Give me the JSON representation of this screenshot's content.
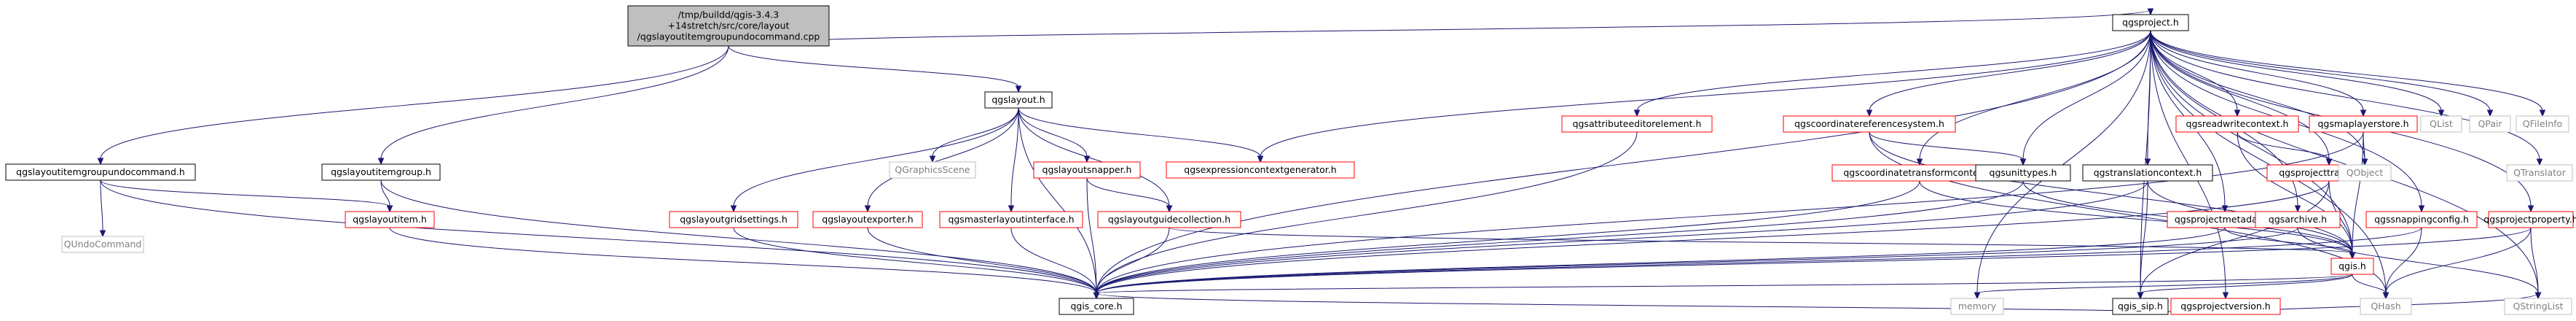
{
  "colors": {
    "node_border": "#000000",
    "node_fill": "#ffffff",
    "root_fill": "#bfbfbf",
    "linked_border": "#ff0000",
    "external_border": "#bfbfbf",
    "text": "#000000",
    "external_text": "#808080",
    "edge": "#191970"
  },
  "nodes": [
    {
      "id": "root",
      "lines": [
        "/tmp/buildd/qgis-3.4.3",
        "+14stretch/src/core/layout",
        "/qgslayoutitemgroupundocommand.cpp"
      ],
      "kind": "root"
    },
    {
      "id": "qgslayoutitemgroupundocommand_h",
      "lines": [
        "qgslayoutitemgroupundocommand.h"
      ],
      "kind": "normal"
    },
    {
      "id": "qgslayoutitemgroup_h",
      "lines": [
        "qgslayoutitemgroup.h"
      ],
      "kind": "normal"
    },
    {
      "id": "qgslayout_h",
      "lines": [
        "qgslayout.h"
      ],
      "kind": "normal"
    },
    {
      "id": "qgsproject_h",
      "lines": [
        "qgsproject.h"
      ],
      "kind": "normal"
    },
    {
      "id": "QUndoCommand",
      "lines": [
        "QUndoCommand"
      ],
      "kind": "external"
    },
    {
      "id": "qgslayoutitem_h",
      "lines": [
        "qgslayoutitem.h"
      ],
      "kind": "linked"
    },
    {
      "id": "QGraphicsScene",
      "lines": [
        "QGraphicsScene"
      ],
      "kind": "external"
    },
    {
      "id": "qgslayoutsnapper_h",
      "lines": [
        "qgslayoutsnapper.h"
      ],
      "kind": "linked"
    },
    {
      "id": "qgsexpressioncontextgenerator_h",
      "lines": [
        "qgsexpressioncontextgenerator.h"
      ],
      "kind": "linked"
    },
    {
      "id": "qgslayoutgridsettings_h",
      "lines": [
        "qgslayoutgridsettings.h"
      ],
      "kind": "linked"
    },
    {
      "id": "qgslayoutexporter_h",
      "lines": [
        "qgslayoutexporter.h"
      ],
      "kind": "linked"
    },
    {
      "id": "qgsmasterlayoutinterface_h",
      "lines": [
        "qgsmasterlayoutinterface.h"
      ],
      "kind": "linked"
    },
    {
      "id": "qgslayoutguidecollection_h",
      "lines": [
        "qgslayoutguidecollection.h"
      ],
      "kind": "linked"
    },
    {
      "id": "qgsattributeeditorelement_h",
      "lines": [
        "qgsattributeeditorelement.h"
      ],
      "kind": "linked"
    },
    {
      "id": "qgscoordinatetransformcontext_h",
      "lines": [
        "qgscoordinatetransformcontext.h"
      ],
      "kind": "linked"
    },
    {
      "id": "qgscoordinatereferencesystem_h",
      "lines": [
        "qgscoordinatereferencesystem.h"
      ],
      "kind": "linked"
    },
    {
      "id": "qgsunittypes_h",
      "lines": [
        "qgsunittypes.h"
      ],
      "kind": "normal"
    },
    {
      "id": "qgstranslationcontext_h",
      "lines": [
        "qgstranslationcontext.h"
      ],
      "kind": "normal"
    },
    {
      "id": "qgsreadwritecontext_h",
      "lines": [
        "qgsreadwritecontext.h"
      ],
      "kind": "linked"
    },
    {
      "id": "qgsprojectmetadata_h",
      "lines": [
        "qgsprojectmetadata.h"
      ],
      "kind": "linked"
    },
    {
      "id": "qgsprojecttranslator_h",
      "lines": [
        "qgsprojecttranslator.h"
      ],
      "kind": "linked"
    },
    {
      "id": "qgsmaplayerstore_h",
      "lines": [
        "qgsmaplayerstore.h"
      ],
      "kind": "linked"
    },
    {
      "id": "QObject",
      "lines": [
        "QObject"
      ],
      "kind": "external"
    },
    {
      "id": "qgis_h",
      "lines": [
        "qgis.h"
      ],
      "kind": "linked"
    },
    {
      "id": "qgssnappingconfig_h",
      "lines": [
        "qgssnappingconfig.h"
      ],
      "kind": "linked"
    },
    {
      "id": "qgsprojectversion_h",
      "lines": [
        "qgsprojectversion.h"
      ],
      "kind": "linked"
    },
    {
      "id": "qgsarchive_h",
      "lines": [
        "qgsarchive.h"
      ],
      "kind": "linked"
    },
    {
      "id": "qgsprojectproperty_h",
      "lines": [
        "qgsprojectproperty.h"
      ],
      "kind": "linked"
    },
    {
      "id": "QList",
      "lines": [
        "QList"
      ],
      "kind": "external"
    },
    {
      "id": "QPair",
      "lines": [
        "QPair"
      ],
      "kind": "external"
    },
    {
      "id": "QFileInfo",
      "lines": [
        "QFileInfo"
      ],
      "kind": "external"
    },
    {
      "id": "QTranslator",
      "lines": [
        "QTranslator"
      ],
      "kind": "external"
    },
    {
      "id": "qgis_core_h",
      "lines": [
        "qgis_core.h"
      ],
      "kind": "normal"
    },
    {
      "id": "qgis_sip_h",
      "lines": [
        "qgis_sip.h"
      ],
      "kind": "normal"
    },
    {
      "id": "memory",
      "lines": [
        "memory"
      ],
      "kind": "external"
    },
    {
      "id": "QHash",
      "lines": [
        "QHash"
      ],
      "kind": "external"
    },
    {
      "id": "QStringList",
      "lines": [
        "QStringList"
      ],
      "kind": "external"
    }
  ],
  "edges": [
    [
      "root",
      "qgslayoutitemgroupundocommand_h"
    ],
    [
      "root",
      "qgslayoutitemgroup_h"
    ],
    [
      "root",
      "qgslayout_h"
    ],
    [
      "root",
      "qgsproject_h"
    ],
    [
      "qgslayoutitemgroupundocommand_h",
      "QUndoCommand"
    ],
    [
      "qgslayoutitemgroupundocommand_h",
      "qgslayoutitem_h"
    ],
    [
      "qgslayoutitemgroupundocommand_h",
      "qgis_core_h"
    ],
    [
      "qgslayoutitemgroup_h",
      "qgslayoutitem_h"
    ],
    [
      "qgslayoutitemgroup_h",
      "qgis_core_h"
    ],
    [
      "qgslayoutitem_h",
      "qgis_core_h"
    ],
    [
      "qgslayout_h",
      "QGraphicsScene"
    ],
    [
      "qgslayout_h",
      "qgslayoutsnapper_h"
    ],
    [
      "qgslayout_h",
      "qgsexpressioncontextgenerator_h"
    ],
    [
      "qgslayout_h",
      "qgslayoutgridsettings_h"
    ],
    [
      "qgslayout_h",
      "qgslayoutexporter_h"
    ],
    [
      "qgslayout_h",
      "qgsmasterlayoutinterface_h"
    ],
    [
      "qgslayout_h",
      "qgslayoutguidecollection_h"
    ],
    [
      "qgslayout_h",
      "qgis_core_h"
    ],
    [
      "qgslayoutsnapper_h",
      "qgslayoutguidecollection_h"
    ],
    [
      "qgslayoutsnapper_h",
      "qgis_core_h"
    ],
    [
      "qgslayoutgridsettings_h",
      "qgis_core_h"
    ],
    [
      "qgslayoutexporter_h",
      "qgis_core_h"
    ],
    [
      "qgsmasterlayoutinterface_h",
      "qgis_core_h"
    ],
    [
      "qgslayoutguidecollection_h",
      "qgis_core_h"
    ],
    [
      "qgslayoutguidecollection_h",
      "qgis_h"
    ],
    [
      "qgsproject_h",
      "qgsexpressioncontextgenerator_h"
    ],
    [
      "qgsproject_h",
      "qgsattributeeditorelement_h"
    ],
    [
      "qgsproject_h",
      "qgscoordinatetransformcontext_h"
    ],
    [
      "qgsproject_h",
      "qgscoordinatereferencesystem_h"
    ],
    [
      "qgsproject_h",
      "qgsunittypes_h"
    ],
    [
      "qgsproject_h",
      "qgstranslationcontext_h"
    ],
    [
      "qgsproject_h",
      "qgsreadwritecontext_h"
    ],
    [
      "qgsproject_h",
      "qgsprojectmetadata_h"
    ],
    [
      "qgsproject_h",
      "qgsprojecttranslator_h"
    ],
    [
      "qgsproject_h",
      "qgsmaplayerstore_h"
    ],
    [
      "qgsproject_h",
      "QObject"
    ],
    [
      "qgsproject_h",
      "qgis_h"
    ],
    [
      "qgsproject_h",
      "qgssnappingconfig_h"
    ],
    [
      "qgsproject_h",
      "qgsprojectversion_h"
    ],
    [
      "qgsproject_h",
      "qgsarchive_h"
    ],
    [
      "qgsproject_h",
      "qgsprojectproperty_h"
    ],
    [
      "qgsproject_h",
      "QList"
    ],
    [
      "qgsproject_h",
      "QPair"
    ],
    [
      "qgsproject_h",
      "QFileInfo"
    ],
    [
      "qgsproject_h",
      "QTranslator"
    ],
    [
      "qgsproject_h",
      "qgis_core_h"
    ],
    [
      "qgsproject_h",
      "qgis_sip_h"
    ],
    [
      "qgsproject_h",
      "memory"
    ],
    [
      "qgsproject_h",
      "QHash"
    ],
    [
      "qgsproject_h",
      "QStringList"
    ],
    [
      "qgsattributeeditorelement_h",
      "qgis_core_h"
    ],
    [
      "qgscoordinatetransformcontext_h",
      "qgis_core_h"
    ],
    [
      "qgscoordinatetransformcontext_h",
      "qgis_h"
    ],
    [
      "qgscoordinatereferencesystem_h",
      "qgsunittypes_h"
    ],
    [
      "qgscoordinatereferencesystem_h",
      "qgis_h"
    ],
    [
      "qgscoordinatereferencesystem_h",
      "QHash"
    ],
    [
      "qgsunittypes_h",
      "qgis_core_h"
    ],
    [
      "qgsunittypes_h",
      "qgis_h"
    ],
    [
      "qgstranslationcontext_h",
      "qgis_core_h"
    ],
    [
      "qgstranslationcontext_h",
      "qgis_h"
    ],
    [
      "qgstranslationcontext_h",
      "qgis_sip_h"
    ],
    [
      "qgsreadwritecontext_h",
      "qgsprojecttranslator_h"
    ],
    [
      "qgsreadwritecontext_h",
      "qgis_h"
    ],
    [
      "qgsprojectmetadata_h",
      "qgis_core_h"
    ],
    [
      "qgsprojectmetadata_h",
      "qgis_h"
    ],
    [
      "qgsprojecttranslator_h",
      "qgis_core_h"
    ],
    [
      "qgsprojecttranslator_h",
      "qgis_h"
    ],
    [
      "qgsprojecttranslator_h",
      "qgis_sip_h"
    ],
    [
      "qgsmaplayerstore_h",
      "QObject"
    ],
    [
      "qgsmaplayerstore_h",
      "qgis_h"
    ],
    [
      "qgsmaplayerstore_h",
      "qgis_core_h"
    ],
    [
      "qgis_h",
      "qgis_core_h"
    ],
    [
      "qgis_h",
      "qgis_sip_h"
    ],
    [
      "qgis_h",
      "memory"
    ],
    [
      "qgis_h",
      "QHash"
    ],
    [
      "qgssnappingconfig_h",
      "qgis_core_h"
    ],
    [
      "qgssnappingconfig_h",
      "QHash"
    ],
    [
      "qgsprojectversion_h",
      "qgis_core_h"
    ],
    [
      "qgsprojectversion_h",
      "QStringList"
    ],
    [
      "qgsarchive_h",
      "qgis_core_h"
    ],
    [
      "qgsarchive_h",
      "QStringList"
    ],
    [
      "qgsprojectproperty_h",
      "qgis_core_h"
    ],
    [
      "qgsprojectproperty_h",
      "QHash"
    ],
    [
      "qgsprojectproperty_h",
      "QStringList"
    ]
  ]
}
